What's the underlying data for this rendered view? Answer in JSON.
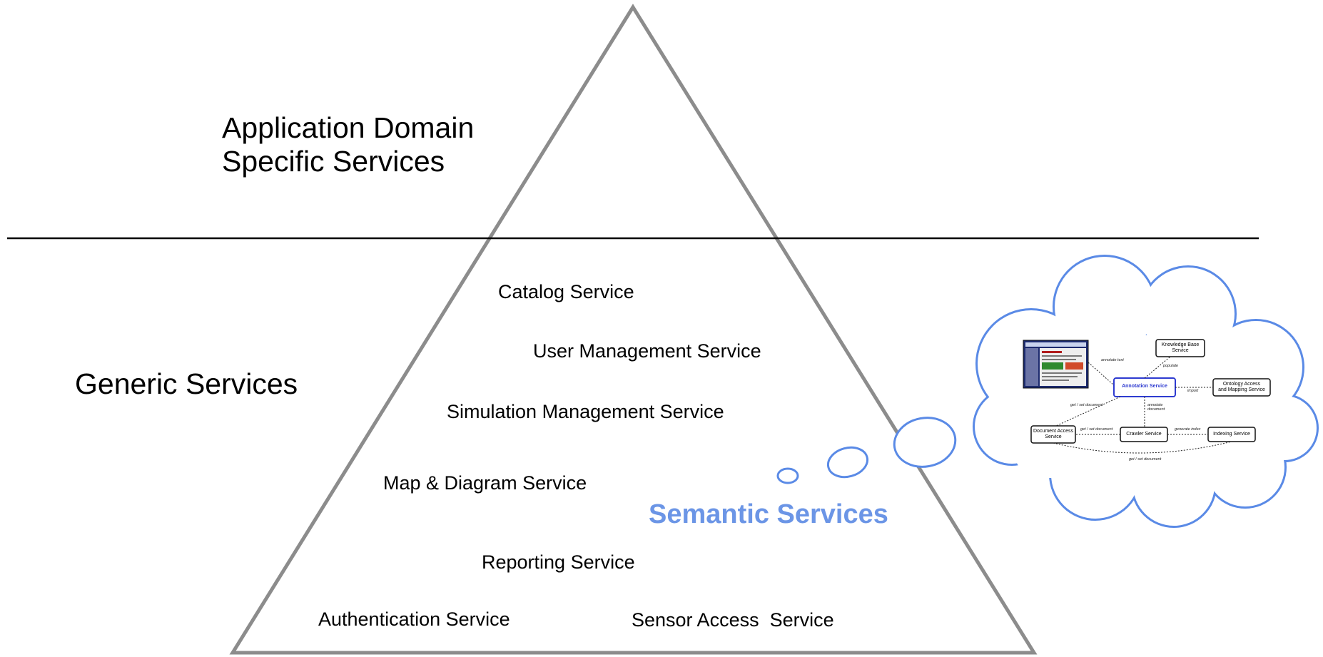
{
  "layers": {
    "top_label_line1": "Application Domain",
    "top_label_line2": "Specific Services",
    "bottom_label": "Generic Services"
  },
  "services": [
    "Catalog Service",
    "User Management Service",
    "Simulation Management Service",
    "Map & Diagram Service",
    "Reporting Service",
    "Authentication Service",
    "Sensor Access  Service"
  ],
  "semantic_label": "Semantic Services",
  "thought_bubble": {
    "nodes": {
      "knowledge_base": "Knowledge Base\nService",
      "annotation": "Annotation Service",
      "ontology": "Ontology Access\nand Mapping Service",
      "document_access": "Document Access\nService",
      "crawler": "Crawler Service",
      "indexing": "Indexing Service"
    },
    "edges": {
      "annotate_text": "annotate text",
      "populate": "populate",
      "import": "import",
      "get_set_document_1": "get / set document",
      "annotate_document": "annotate\ndocument",
      "get_set_document_2": "get / set document",
      "generate_index": "generate index",
      "get_set_document_3": "get / set document"
    }
  },
  "colors": {
    "triangle": "#8c8c8c",
    "divider": "#000000",
    "semantic": "#6b95e6",
    "cloud": "#5a8ae6",
    "annotation_box": "#2e3bd0"
  }
}
